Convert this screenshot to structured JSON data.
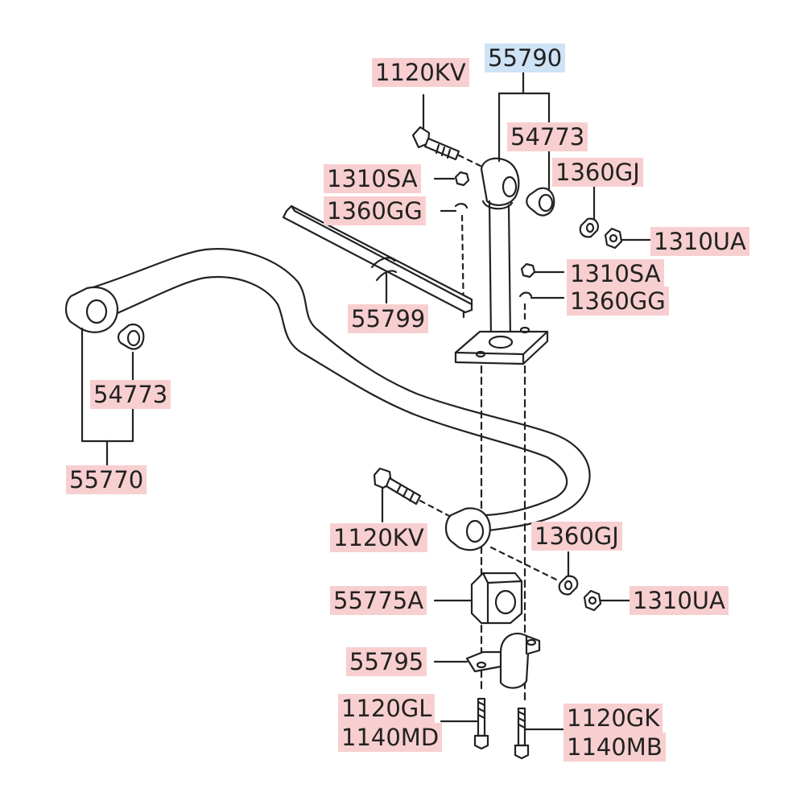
{
  "colors": {
    "part_label_bg": "#f8cfd0",
    "assembly_label_bg": "#cfe3f6",
    "line": "#222222",
    "text": "#222222"
  },
  "labels": {
    "assy_55790": "55790",
    "bolt_1120kv_top": "1120KV",
    "bush_54773_top": "54773",
    "nut_1310sa_left": "1310SA",
    "washer_1360gg_left": "1360GG",
    "washer_1360gj_top": "1360GJ",
    "nut_1310ua_top": "1310UA",
    "nut_1310sa_right": "1310SA",
    "washer_1360gg_right": "1360GG",
    "bracket_55799": "55799",
    "bush_54773_left": "54773",
    "bar_55770": "55770",
    "bolt_1120kv_bottom": "1120KV",
    "washer_1360gj_bottom": "1360GJ",
    "bush_55775a": "55775A",
    "nut_1310ua_bottom": "1310UA",
    "clamp_55795": "55795",
    "bolt_1120gl": "1120GL",
    "bolt_1140md": "1140MD",
    "bolt_1120gk": "1120GK",
    "bolt_1140mb": "1140MB"
  }
}
